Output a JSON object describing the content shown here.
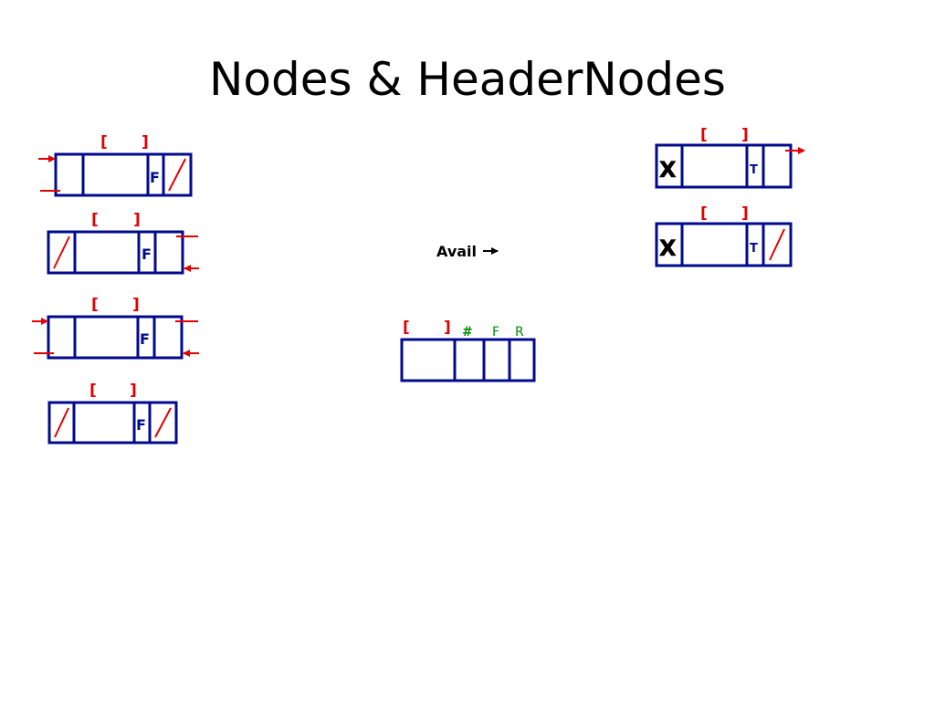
{
  "title": "Nodes & HeaderNodes",
  "colors": {
    "node_border": "#000a8c",
    "label_red": "#e30000",
    "label_green": "#008a00",
    "text": "#000000"
  },
  "node_labels": {
    "bracket_open": "[",
    "bracket_close": "]",
    "flag_f": "F",
    "flag_t": "T",
    "header_x": "X",
    "null_mark": "/"
  },
  "avail": {
    "label": "Avail"
  },
  "avail_node": {
    "hash": "#",
    "f": "F",
    "r": "R"
  }
}
